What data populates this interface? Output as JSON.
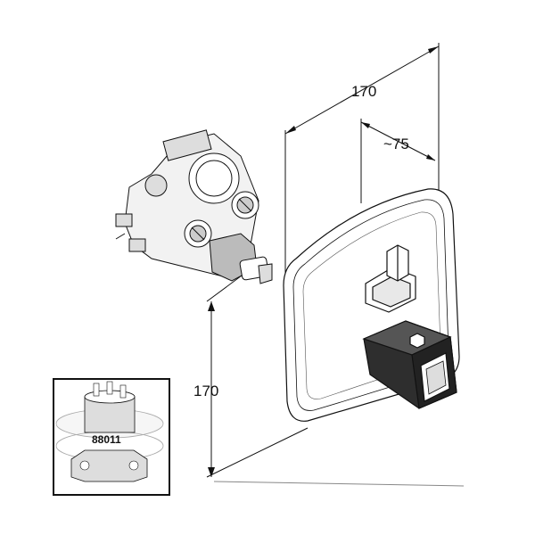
{
  "dimensions": {
    "width_top": "170",
    "depth": "~75",
    "height_left": "170"
  },
  "inset": {
    "part_number": "88011"
  },
  "colors": {
    "line": "#111111",
    "light_line": "#888888",
    "fill": "#ffffff",
    "shade": "#d0d0d0",
    "dark": "#333333"
  }
}
